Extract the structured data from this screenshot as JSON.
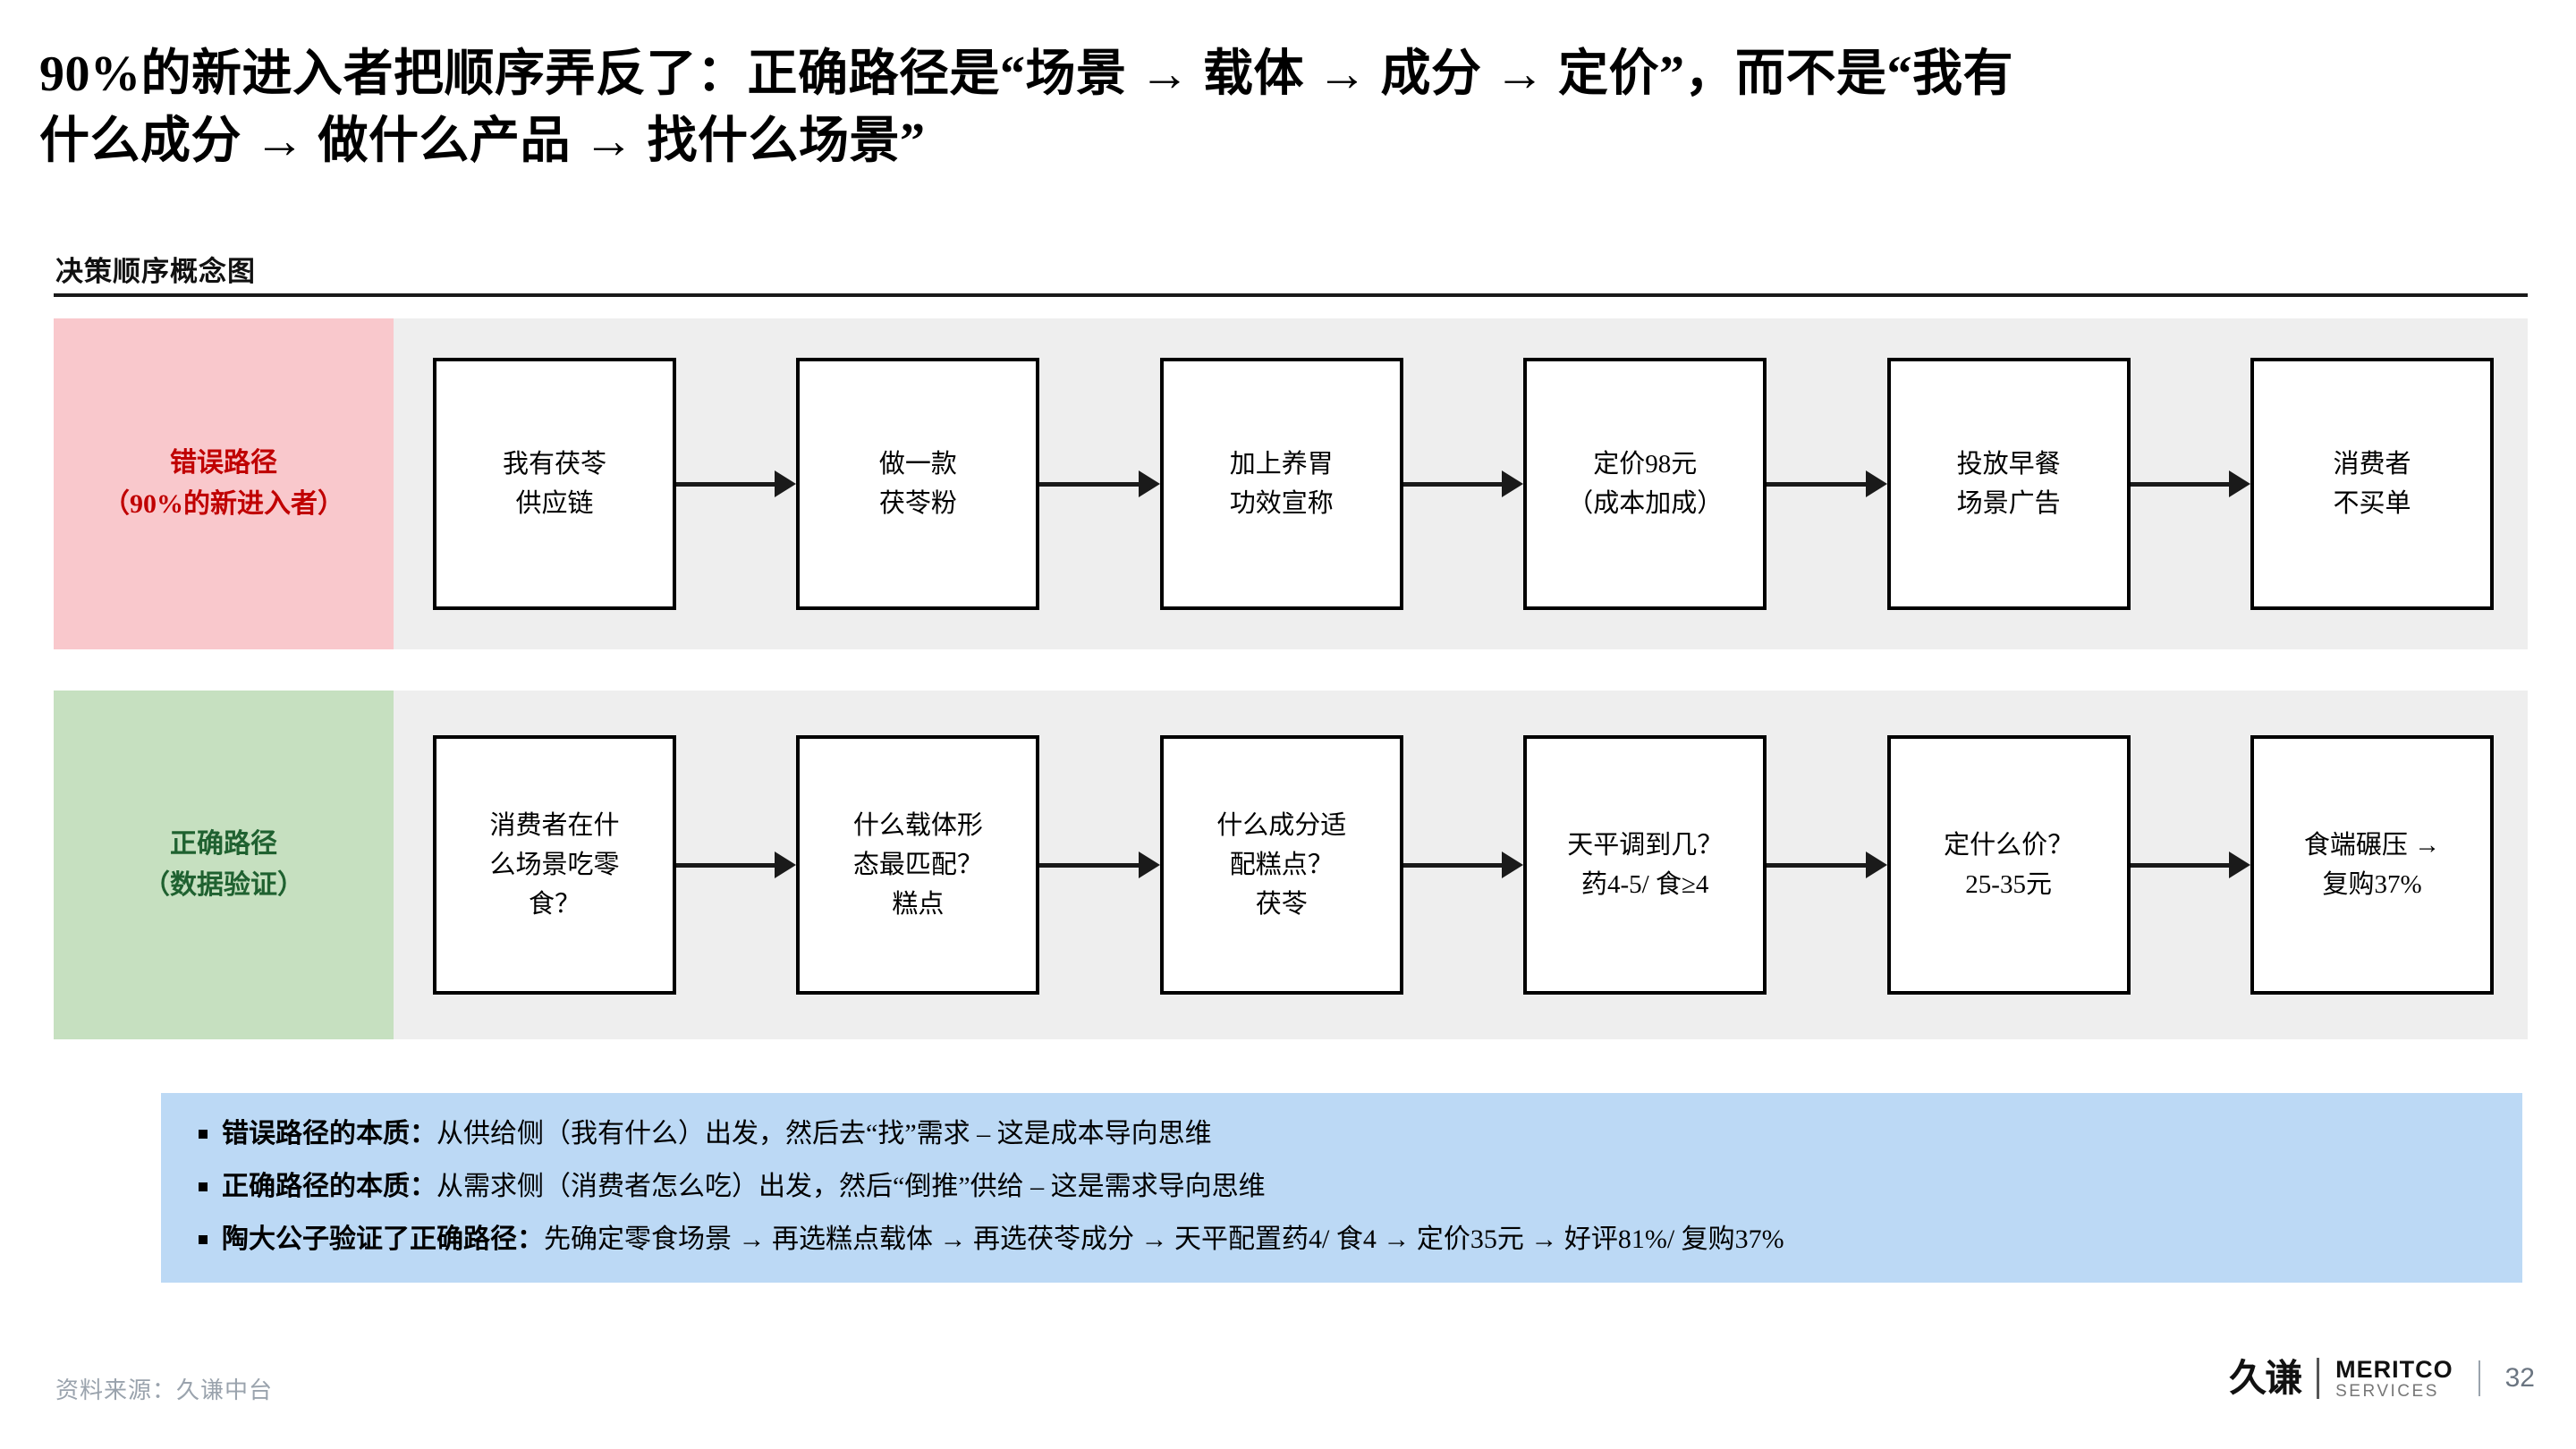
{
  "title": {
    "line1": "90%的新进入者把顺序弄反了：正确路径是“场景 → 载体 → 成分 → 定价”，而不是“我有",
    "line2": "什么成分 → 做什么产品 → 找什么场景”"
  },
  "section": {
    "label": "决策顺序概念图"
  },
  "colors": {
    "wrong_band_bg": "#f9c8cc",
    "wrong_text": "#c00000",
    "right_band_bg": "#c6e0c0",
    "right_text": "#1f6130",
    "flow_bg": "#eeeeee",
    "callout_bg": "#bcd9f5",
    "node_border": "#000000"
  },
  "flows": [
    {
      "id": "wrong-path",
      "tag_line1": "错误路径",
      "tag_line2": "（90%的新进入者）",
      "nodes": [
        {
          "line1": "我有茯苓",
          "line2": "供应链"
        },
        {
          "line1": "做一款",
          "line2": "茯苓粉"
        },
        {
          "line1": "加上养胃",
          "line2": "功效宣称"
        },
        {
          "line1": "定价98元",
          "line2": "（成本加成）"
        },
        {
          "line1": "投放早餐",
          "line2": "场景广告"
        },
        {
          "line1": "消费者",
          "line2": "不买单"
        }
      ]
    },
    {
      "id": "right-path",
      "tag_line1": "正确路径",
      "tag_line2": "（数据验证）",
      "nodes": [
        {
          "line1": "消费者在什",
          "line2": "么场景吃零",
          "line3": "食？"
        },
        {
          "line1": "什么载体形",
          "line2": "态最匹配？",
          "line3": "糕点"
        },
        {
          "line1": "什么成分适",
          "line2": "配糕点？",
          "line3": "茯苓"
        },
        {
          "line1": "天平调到几？",
          "line2": "药4-5/ 食≥4"
        },
        {
          "line1": "定什么价？",
          "line2": "25-35元"
        },
        {
          "line1": "食端碾压 →",
          "line2": "复购37%"
        }
      ]
    }
  ],
  "callout": {
    "items": [
      {
        "label": "错误路径的本质：",
        "text": "从供给侧（我有什么）出发，然后去“找”需求 – 这是成本导向思维"
      },
      {
        "label": "正确路径的本质：",
        "text": "从需求侧（消费者怎么吃）出发，然后“倒推”供给 – 这是需求导向思维"
      },
      {
        "label": "陶大公子验证了正确路径：",
        "text": "先确定零食场景 → 再选糕点载体 → 再选茯苓成分 → 天平配置药4/ 食4 → 定价35元 → 好评81%/ 复购37%"
      }
    ]
  },
  "footer": {
    "source": "资料来源：久谦中台",
    "brand_cn": "久谦",
    "brand_en_top": "MERITCO",
    "brand_en_bottom": "SERVICES",
    "page_number": "32"
  }
}
